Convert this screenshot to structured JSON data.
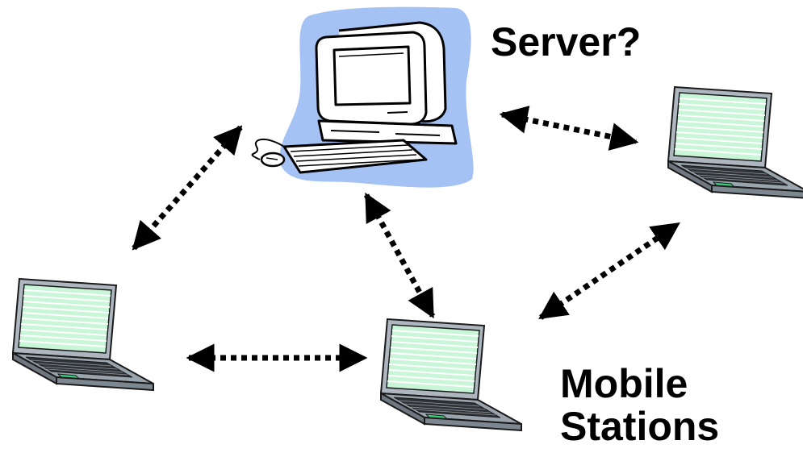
{
  "labels": {
    "server": "Server?",
    "mobile_line1": "Mobile",
    "mobile_line2": "Stations"
  },
  "nodes": [
    {
      "id": "server",
      "icon": "desktop-computer-icon"
    },
    {
      "id": "laptop-right",
      "icon": "laptop-icon"
    },
    {
      "id": "laptop-left",
      "icon": "laptop-icon"
    },
    {
      "id": "laptop-bottom",
      "icon": "laptop-icon"
    }
  ],
  "links": [
    {
      "from": "server",
      "to": "laptop-left",
      "style": "dotted-bidirectional"
    },
    {
      "from": "server",
      "to": "laptop-right",
      "style": "dotted-bidirectional"
    },
    {
      "from": "server",
      "to": "laptop-bottom",
      "style": "dotted-bidirectional"
    },
    {
      "from": "laptop-left",
      "to": "laptop-bottom",
      "style": "dotted-bidirectional"
    },
    {
      "from": "laptop-bottom",
      "to": "laptop-right",
      "style": "dotted-bidirectional"
    }
  ],
  "colors": {
    "server_backdrop": "#a4c2f4",
    "laptop_screen": "#c9f5d8",
    "laptop_screen_lines": "#ffffff",
    "laptop_body": "#9aa4ad",
    "laptop_keyboard": "#2f3338",
    "touchpad": "#39d17b",
    "arrow": "#000000"
  }
}
